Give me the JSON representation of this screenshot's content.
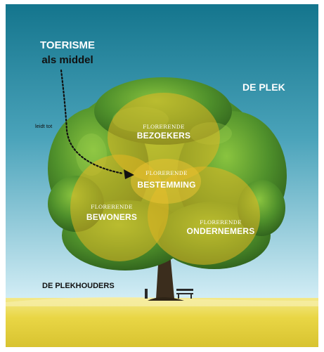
{
  "header": {
    "title_line1": "TOERISME",
    "title_line2": "als middel"
  },
  "arrow_label": "leidt tot",
  "place_label": "DE PLEK",
  "stakeholders_label": "DE PLEKHOUDERS",
  "circles": [
    {
      "top": "FLORERENDE",
      "bottom": "BEZOEKERS"
    },
    {
      "top": "FLORERENDE",
      "bottom": "BESTEMMING"
    },
    {
      "top": "FLORERENDE",
      "bottom": "BEWONERS"
    },
    {
      "top": "FLORERENDE",
      "bottom": "ONDERNEMERS"
    }
  ],
  "colors": {
    "sky_top": "#1c7f96",
    "sky_bottom": "#c6e7f2",
    "tree": "#4e8f2c",
    "circle_fill": "#e1b623",
    "field": "#ecdc55",
    "text_light": "#ffffff",
    "text_dark": "#111111"
  }
}
